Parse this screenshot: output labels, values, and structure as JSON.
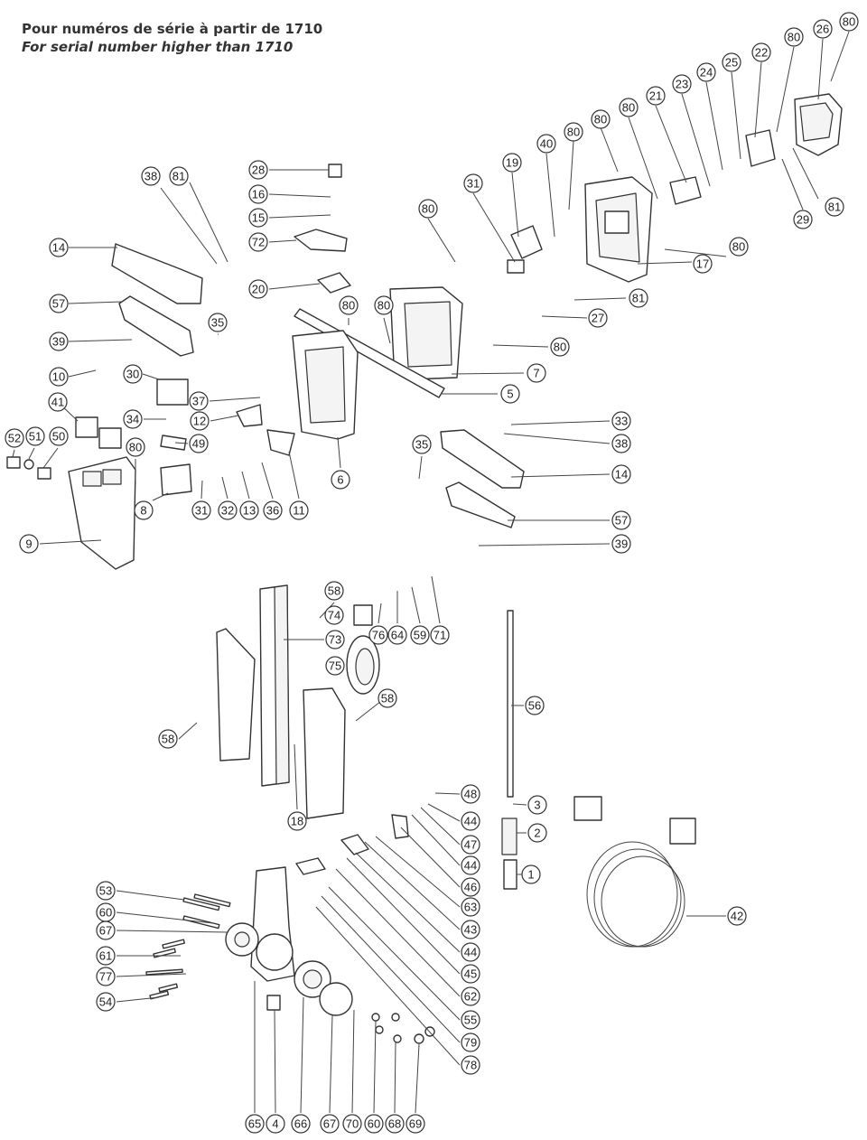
{
  "header": {
    "title_fr": "Pour numéros de série à partir de 1710",
    "title_en": "For serial number higher than 1710"
  },
  "callouts": [
    {
      "id": "c80a",
      "label": "80"
    },
    {
      "id": "c26",
      "label": "26"
    },
    {
      "id": "c80b",
      "label": "80"
    },
    {
      "id": "c22",
      "label": "22"
    },
    {
      "id": "c25",
      "label": "25"
    },
    {
      "id": "c24",
      "label": "24"
    },
    {
      "id": "c23",
      "label": "23"
    },
    {
      "id": "c21",
      "label": "21"
    },
    {
      "id": "c80c",
      "label": "80"
    },
    {
      "id": "c80d",
      "label": "80"
    },
    {
      "id": "c80e",
      "label": "80"
    },
    {
      "id": "c40",
      "label": "40"
    },
    {
      "id": "c19",
      "label": "19"
    },
    {
      "id": "c31a",
      "label": "31"
    },
    {
      "id": "c80f",
      "label": "80"
    },
    {
      "id": "c29",
      "label": "29"
    },
    {
      "id": "c81a",
      "label": "81"
    },
    {
      "id": "c80g",
      "label": "80"
    },
    {
      "id": "c17",
      "label": "17"
    },
    {
      "id": "c81b",
      "label": "81"
    },
    {
      "id": "c27",
      "label": "27"
    },
    {
      "id": "c80h",
      "label": "80"
    },
    {
      "id": "c7",
      "label": "7"
    },
    {
      "id": "c5",
      "label": "5"
    },
    {
      "id": "c80i",
      "label": "80"
    },
    {
      "id": "c28",
      "label": "28"
    },
    {
      "id": "c16",
      "label": "16"
    },
    {
      "id": "c15",
      "label": "15"
    },
    {
      "id": "c72",
      "label": "72"
    },
    {
      "id": "c20",
      "label": "20"
    },
    {
      "id": "c80j",
      "label": "80"
    },
    {
      "id": "c38a",
      "label": "38"
    },
    {
      "id": "c81c",
      "label": "81"
    },
    {
      "id": "c14a",
      "label": "14"
    },
    {
      "id": "c57a",
      "label": "57"
    },
    {
      "id": "c35a",
      "label": "35"
    },
    {
      "id": "c39a",
      "label": "39"
    },
    {
      "id": "c10",
      "label": "10"
    },
    {
      "id": "c30",
      "label": "30"
    },
    {
      "id": "c37",
      "label": "37"
    },
    {
      "id": "c41",
      "label": "41"
    },
    {
      "id": "c34",
      "label": "34"
    },
    {
      "id": "c12",
      "label": "12"
    },
    {
      "id": "c49",
      "label": "49"
    },
    {
      "id": "c52",
      "label": "52"
    },
    {
      "id": "c51",
      "label": "51"
    },
    {
      "id": "c50",
      "label": "50"
    },
    {
      "id": "c80k",
      "label": "80"
    },
    {
      "id": "c8",
      "label": "8"
    },
    {
      "id": "c31b",
      "label": "31"
    },
    {
      "id": "c32",
      "label": "32"
    },
    {
      "id": "c13",
      "label": "13"
    },
    {
      "id": "c36",
      "label": "36"
    },
    {
      "id": "c11",
      "label": "11"
    },
    {
      "id": "c6",
      "label": "6"
    },
    {
      "id": "c9",
      "label": "9"
    },
    {
      "id": "c33",
      "label": "33"
    },
    {
      "id": "c38b",
      "label": "38"
    },
    {
      "id": "c35b",
      "label": "35"
    },
    {
      "id": "c14b",
      "label": "14"
    },
    {
      "id": "c57b",
      "label": "57"
    },
    {
      "id": "c39b",
      "label": "39"
    },
    {
      "id": "c58a",
      "label": "58"
    },
    {
      "id": "c74",
      "label": "74"
    },
    {
      "id": "c76",
      "label": "76"
    },
    {
      "id": "c64",
      "label": "64"
    },
    {
      "id": "c59",
      "label": "59"
    },
    {
      "id": "c71",
      "label": "71"
    },
    {
      "id": "c73",
      "label": "73"
    },
    {
      "id": "c75",
      "label": "75"
    },
    {
      "id": "c58b",
      "label": "58"
    },
    {
      "id": "c58c",
      "label": "58"
    },
    {
      "id": "c18",
      "label": "18"
    },
    {
      "id": "c56",
      "label": "56"
    },
    {
      "id": "c48",
      "label": "48"
    },
    {
      "id": "c3",
      "label": "3"
    },
    {
      "id": "c44a",
      "label": "44"
    },
    {
      "id": "c2",
      "label": "2"
    },
    {
      "id": "c47",
      "label": "47"
    },
    {
      "id": "c44b",
      "label": "44"
    },
    {
      "id": "c1",
      "label": "1"
    },
    {
      "id": "c46",
      "label": "46"
    },
    {
      "id": "c63",
      "label": "63"
    },
    {
      "id": "c43",
      "label": "43"
    },
    {
      "id": "c44c",
      "label": "44"
    },
    {
      "id": "c45",
      "label": "45"
    },
    {
      "id": "c62",
      "label": "62"
    },
    {
      "id": "c55",
      "label": "55"
    },
    {
      "id": "c79",
      "label": "79"
    },
    {
      "id": "c78",
      "label": "78"
    },
    {
      "id": "c42",
      "label": "42"
    },
    {
      "id": "c53",
      "label": "53"
    },
    {
      "id": "c60a",
      "label": "60"
    },
    {
      "id": "c67a",
      "label": "67"
    },
    {
      "id": "c61",
      "label": "61"
    },
    {
      "id": "c77",
      "label": "77"
    },
    {
      "id": "c54",
      "label": "54"
    },
    {
      "id": "c65",
      "label": "65"
    },
    {
      "id": "c4",
      "label": "4"
    },
    {
      "id": "c66",
      "label": "66"
    },
    {
      "id": "c67b",
      "label": "67"
    },
    {
      "id": "c70",
      "label": "70"
    },
    {
      "id": "c60b",
      "label": "60"
    },
    {
      "id": "c68",
      "label": "68"
    },
    {
      "id": "c69",
      "label": "69"
    }
  ]
}
